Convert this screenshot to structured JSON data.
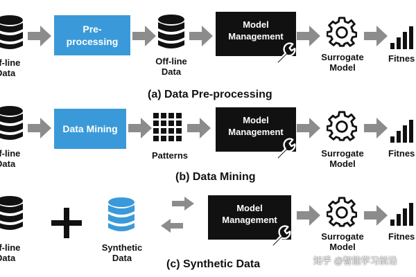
{
  "colors": {
    "accent_blue": "#3a9ad9",
    "arrow_gray": "#8c8c8c",
    "box_black": "#111111"
  },
  "rows": [
    {
      "caption": "(a) Data Pre-processing",
      "offline_label": "ff-line\nData",
      "process_label": "Pre-\nprocessing",
      "middle_label": "Off-line\nData",
      "model_label": "Model\nManagement",
      "surrogate_label": "Surrogate\nModel",
      "fitness_label": "Fitnes"
    },
    {
      "caption": "(b) Data Mining",
      "offline_label": "ff-line\nData",
      "process_label": "Data Mining",
      "middle_label": "Patterns",
      "model_label": "Model\nManagement",
      "surrogate_label": "Surrogate\nModel",
      "fitness_label": "Fitnes"
    },
    {
      "caption": "(c) Synthetic Data",
      "offline_label": "ff-line\nData",
      "synthetic_label": "Synthetic\nData",
      "model_label": "Model\nManagement",
      "surrogate_label": "Surrogate\nModel",
      "fitness_label": "Fitnes"
    }
  ],
  "icons": [
    "database-icon",
    "arrow-right-icon",
    "gear-icon",
    "wrench-icon",
    "bar-chart-icon",
    "dot-grid-icon",
    "plus-icon",
    "swap-arrows-icon"
  ],
  "watermark": "知乎 @智能学习前沿"
}
